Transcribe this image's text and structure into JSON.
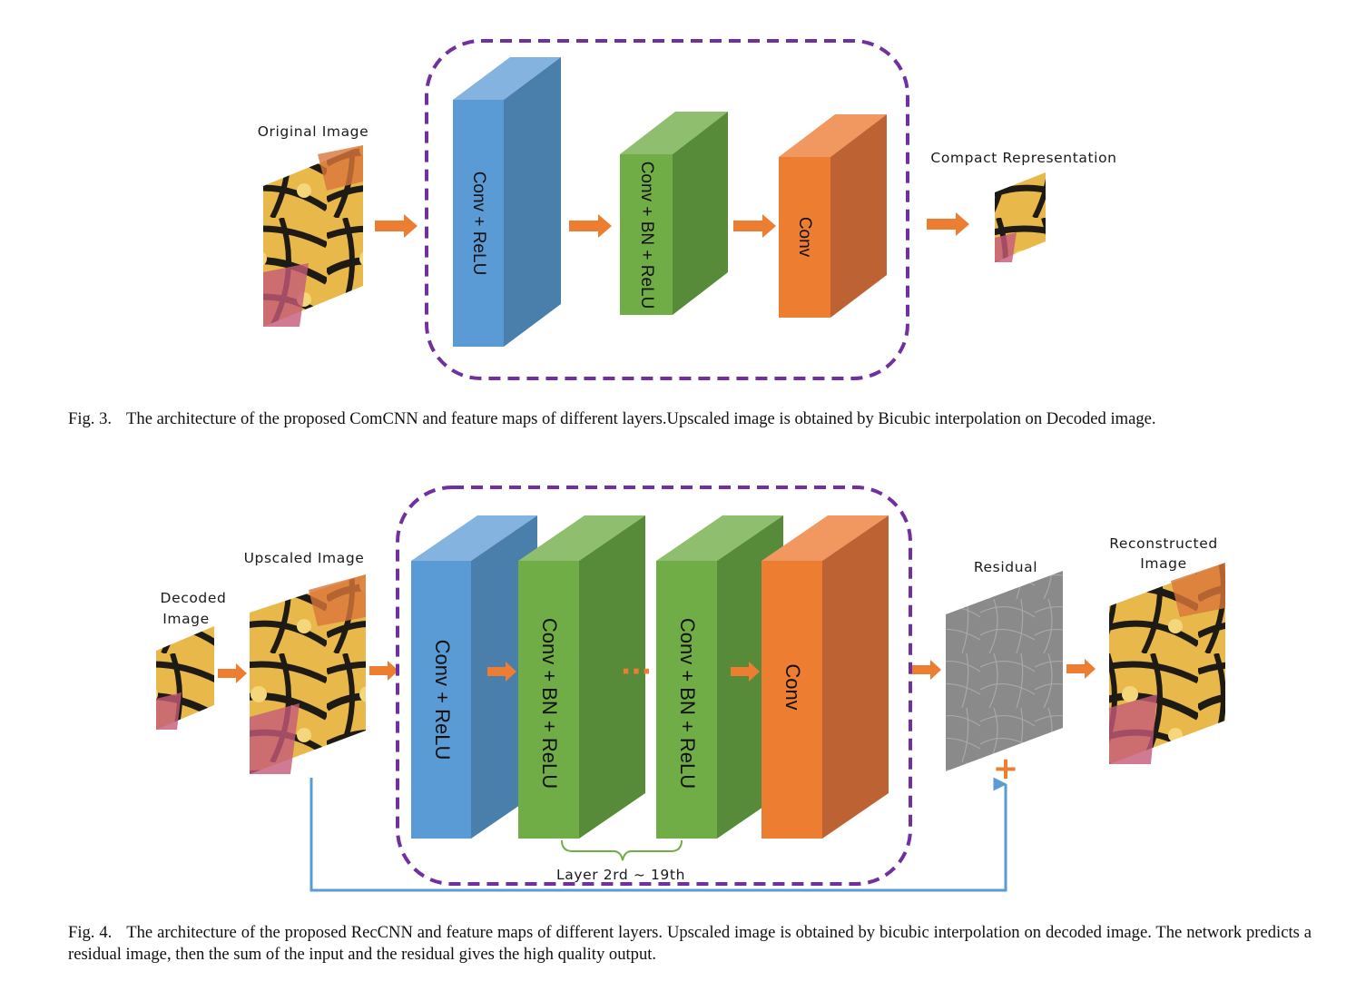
{
  "fig3": {
    "input_label": "Original Image",
    "blocks": [
      "Conv + ReLU",
      "Conv + BN + ReLU",
      "Conv"
    ],
    "output_label": "Compact Representation",
    "caption_num": "Fig. 3.",
    "caption_text": "The architecture of the proposed ComCNN and feature maps of different layers.Upscaled image is obtained by Bicubic interpolation on Decoded image."
  },
  "fig4": {
    "decoded_label_1": "Decoded",
    "decoded_label_2": "Image",
    "upscaled_label": "Upscaled Image",
    "blocks": [
      "Conv + ReLU",
      "Conv + BN + ReLU",
      "Conv + BN + ReLU",
      "Conv"
    ],
    "ellipsis": "···",
    "brace_label": "Layer 2rd ~ 19th",
    "residual_label": "Residual",
    "reconstructed_label_1": "Reconstructed",
    "reconstructed_label_2": "Image",
    "plus": "+",
    "caption_num": "Fig. 4.",
    "caption_text": "The architecture of the proposed RecCNN and feature maps of different layers. Upscaled image is obtained by bicubic interpolation on decoded image. The network predicts a residual image, then the sum of the input and the residual gives the high quality output."
  },
  "colors": {
    "blue": "#5b9bd5",
    "green": "#70ad47",
    "orange": "#ed7d31",
    "dashed_border": "#7030a0",
    "skip_arrow": "#5b9bd5",
    "residual_gray": "#8a8a8a"
  },
  "icons": [
    "butterfly-image",
    "residual-image",
    "arrow-right-icon",
    "plus-icon"
  ]
}
